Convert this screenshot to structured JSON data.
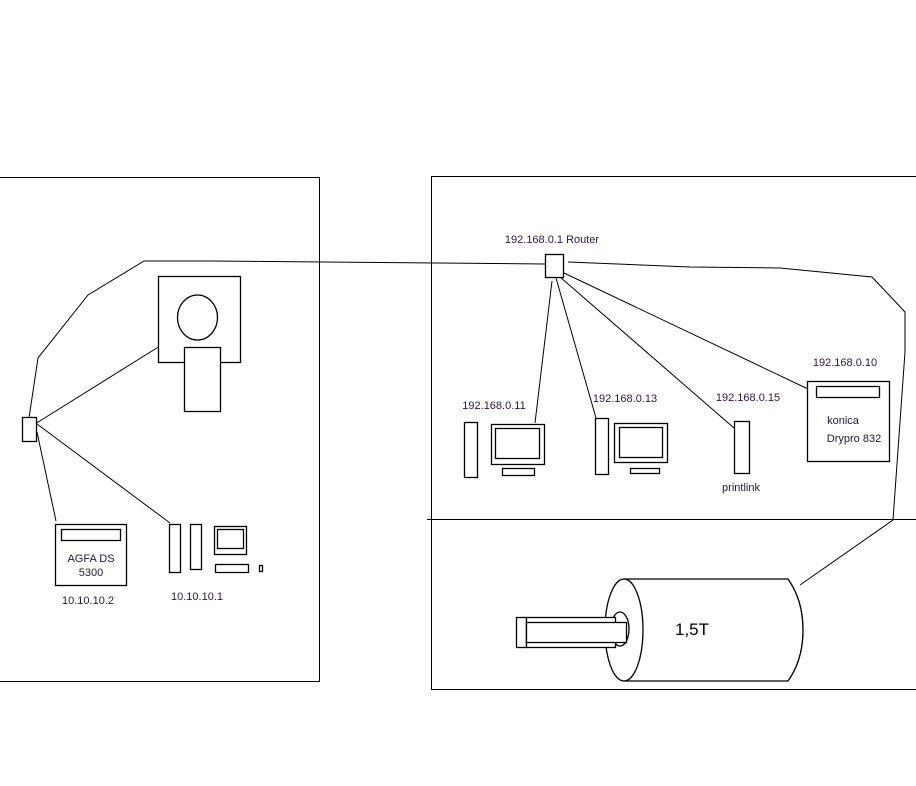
{
  "diagram": {
    "left_room": {
      "agfa": {
        "name_line1": "AGFA DS",
        "name_line2": "5300",
        "ip": "10.10.10.2"
      },
      "workstation": {
        "ip": "10.10.10.1"
      }
    },
    "right_room": {
      "router": {
        "label": "192.168.0.1 Router"
      },
      "pc1": {
        "ip": "192.168.0.11"
      },
      "pc2": {
        "ip": "192.168.0.13"
      },
      "printlink": {
        "ip": "192.168.0.15",
        "name": "printlink"
      },
      "konica": {
        "ip": "192.168.0.10",
        "name_line1": "konica",
        "name_line2": "Drypro 832"
      }
    },
    "mri_room": {
      "scanner": {
        "label": "1,5T"
      }
    }
  }
}
